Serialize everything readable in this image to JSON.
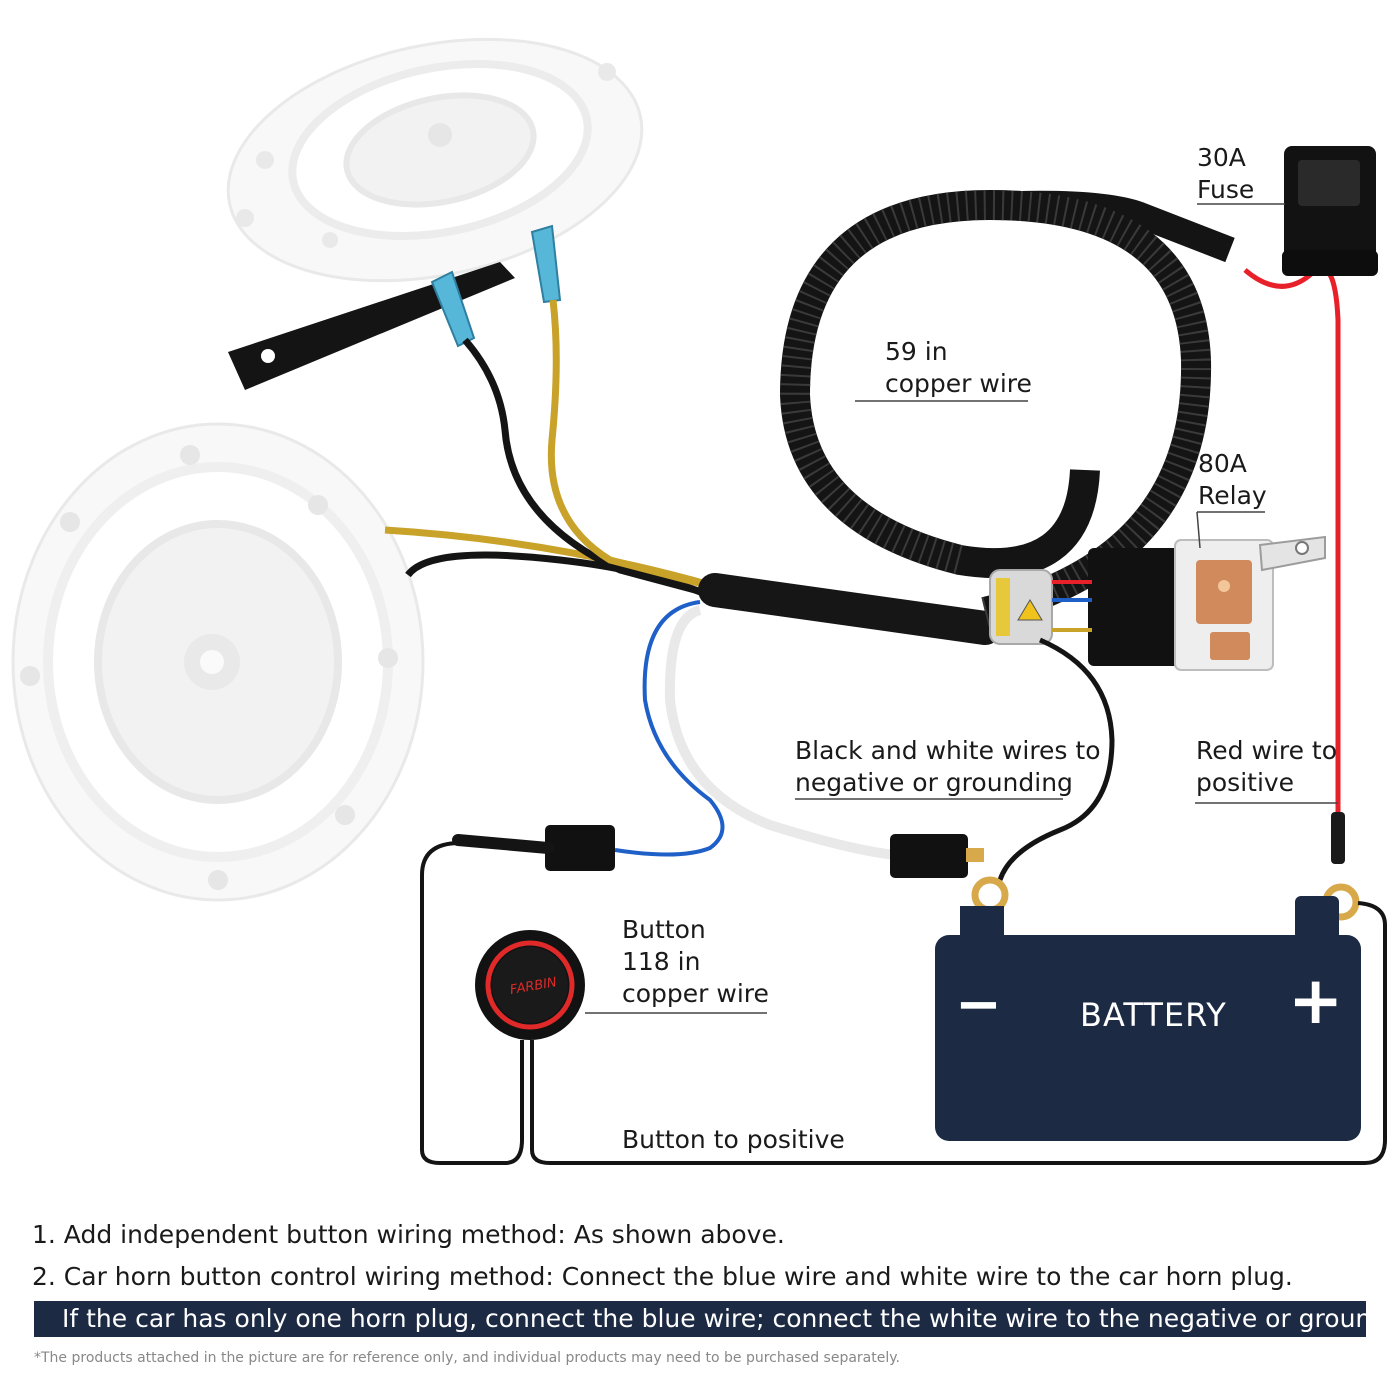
{
  "labels": {
    "fuse": [
      "30A",
      "Fuse"
    ],
    "copper_wire": [
      "59 in",
      "copper wire"
    ],
    "relay": [
      "80A",
      "Relay"
    ],
    "black_white": [
      "Black and white wires to",
      "negative or grounding"
    ],
    "red_wire": [
      "Red wire to",
      "positive"
    ],
    "button": [
      "Button",
      "118 in",
      "copper wire"
    ],
    "button_positive": "Button to positive"
  },
  "battery": {
    "label": "BATTERY",
    "minus": "−",
    "plus": "+"
  },
  "button_brand": "FARBIN",
  "notes": [
    "1. Add independent button wiring method: As shown above.",
    "2. Car horn button control wiring method: Connect the blue wire and white wire to the car horn plug."
  ],
  "banner": "If the car has only one horn plug, connect the blue wire; connect the white wire to the negative or ground.",
  "disclaimer": "*The products attached in the picture are for reference only, and individual products may need to be purchased separately.",
  "colors": {
    "battery": "#1c2a44",
    "red_wire": "#e8202a",
    "blue_wire": "#1f5fc8",
    "yellow_wire": "#c9a22a",
    "black_wire": "#111111",
    "banner": "#1c2a44"
  }
}
